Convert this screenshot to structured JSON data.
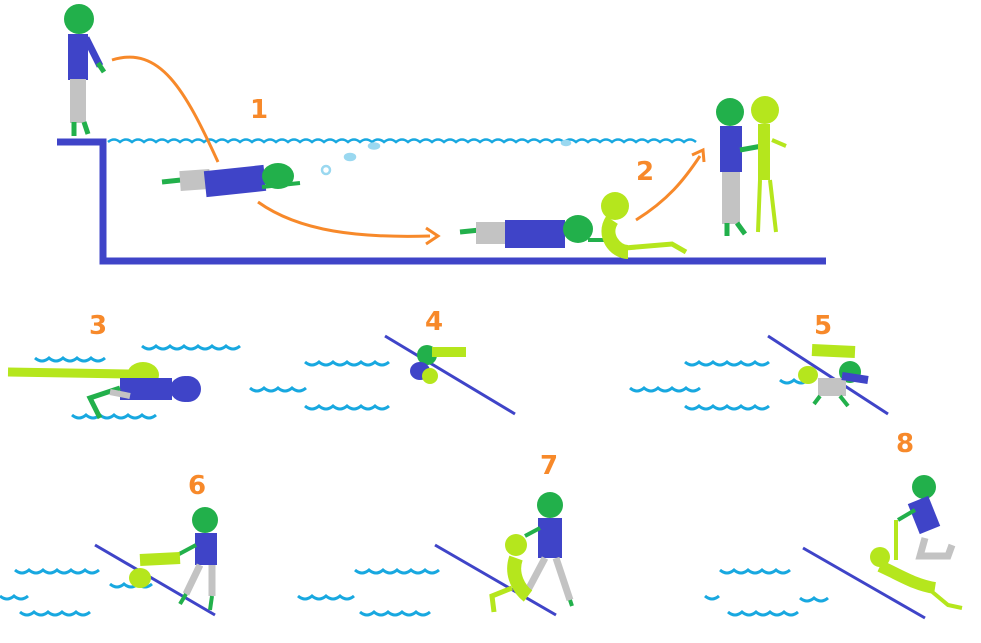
{
  "colors": {
    "blue_rescuer": "#3f44c8",
    "green_head": "#22b04b",
    "lime_victim": "#b5e61d",
    "gray_legs": "#c3c3c3",
    "orange_arrow": "#f7892a",
    "water_blue": "#18a8e0",
    "pool_edge": "#3f44c8",
    "number_orange": "#f7892a"
  },
  "steps": [
    {
      "number": "1"
    },
    {
      "number": "2"
    },
    {
      "number": "3"
    },
    {
      "number": "4"
    },
    {
      "number": "5"
    },
    {
      "number": "6"
    },
    {
      "number": "7"
    },
    {
      "number": "8"
    }
  ]
}
